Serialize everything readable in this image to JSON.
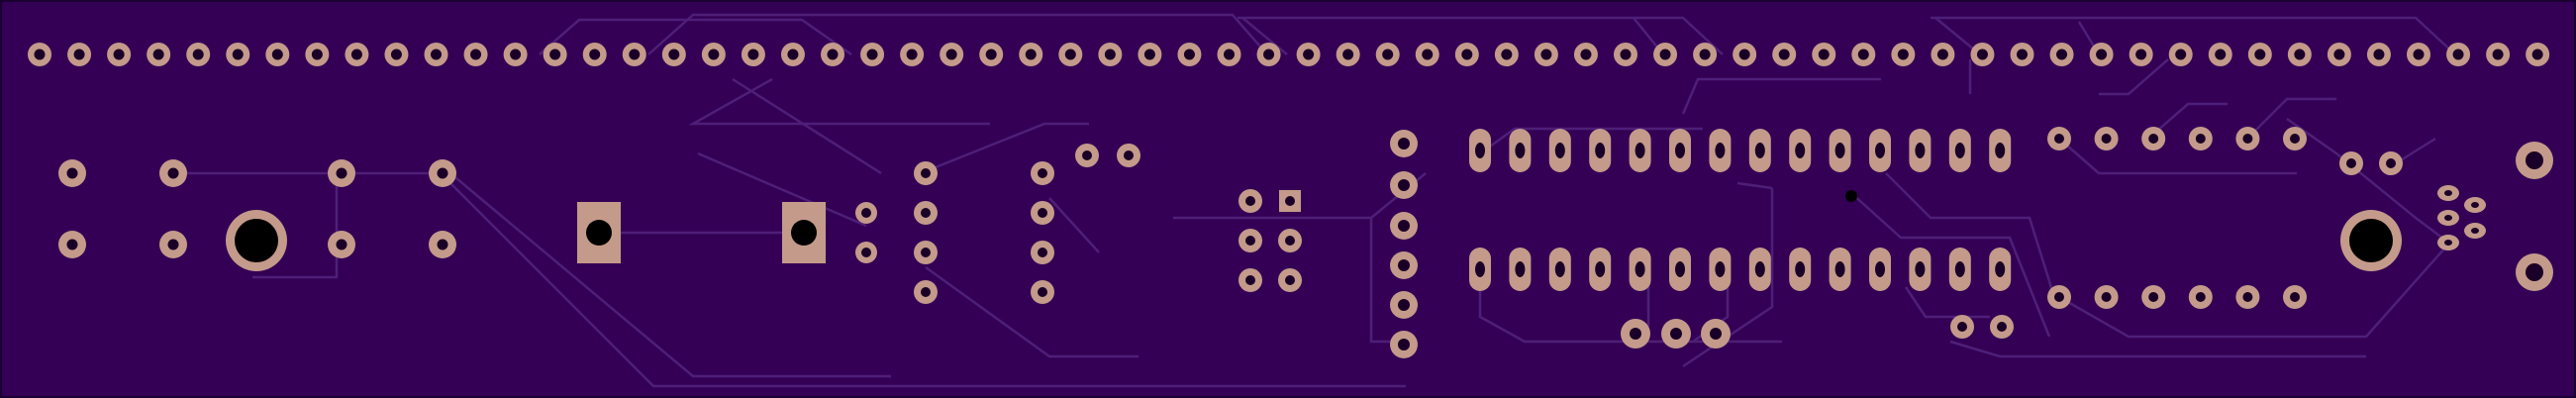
{
  "board": {
    "colors": {
      "substrate": "#330055",
      "edge": "#1a0030",
      "trace": "#4e1f78",
      "pad": "#c49a8a",
      "hole": "#1a0028"
    },
    "header_pin_count": 64,
    "dip_pins_per_row": 14,
    "resistor_pins_per_row": 6,
    "icons": [
      "mounting-hole-icon",
      "via-icon",
      "pad-icon"
    ]
  }
}
